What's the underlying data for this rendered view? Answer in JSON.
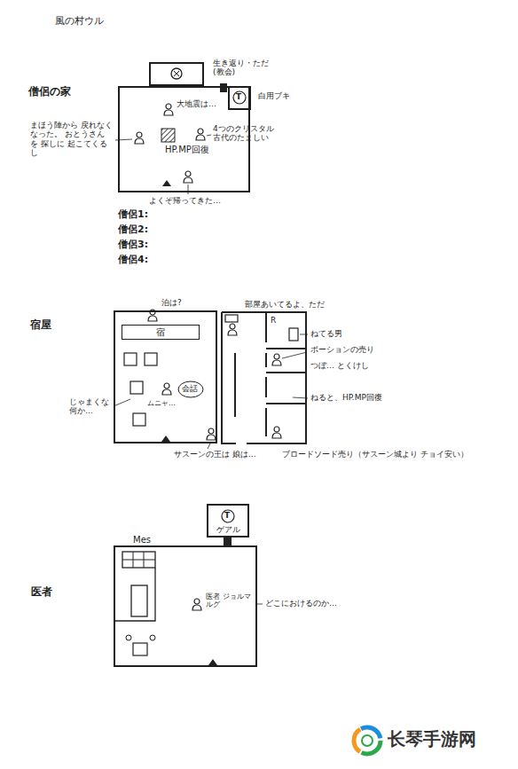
{
  "diagram": {
    "title": "風の村ウル",
    "nodes": [
      {
        "text": [
          "僧侶の家"
        ]
      },
      {
        "text": [
          "生き返り・ただ (教会)"
        ]
      },
      {
        "text": [
          "白用ブキ"
        ]
      },
      {
        "text": [
          "宿屋"
        ]
      },
      {
        "text": [
          "宿"
        ],
        "in": 3
      },
      {
        "text": [
          "医者"
        ]
      },
      {
        "text": [
          "ゲアル"
        ]
      }
    ],
    "labels": [
      "大地震は…",
      "まほう陣から 戻れなくなった。 おとうさん を 探しに 起こてくるし",
      "4つのクリスタル 古代のたましい",
      "HP.MP回復",
      "よくぞ帰ってきた…",
      "僧侶1:",
      "僧侶2:",
      "僧侶3:",
      "僧侶4:",
      "泊は?",
      "じゃまくな 何か…",
      "ムニャ…",
      "会話",
      "サスーンの王は 娘は…",
      "部屋あいてるよ、ただ",
      "R",
      "ねてる男",
      "ポーションの売り",
      "つぼ… とくけし",
      "ねると、HP.MP回復",
      "ブロードソード売り（サスーン城より チョイ安い）",
      "Mes",
      "医者 ジョルマルグ",
      "どこにおけるのか…",
      "长琴手游网",
      "T",
      "T"
    ]
  }
}
